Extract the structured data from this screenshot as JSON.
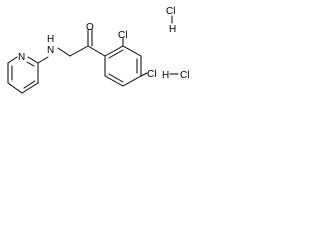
{
  "molecule": {
    "atoms": {
      "pyridine_n": "N",
      "amine_n": "N",
      "amine_h": "H",
      "carbonyl_o": "O",
      "ortho_cl": "Cl",
      "para_cl": "Cl"
    },
    "salts": [
      {
        "cl": "Cl",
        "h": "H"
      },
      {
        "cl": "Cl",
        "h": "H"
      }
    ]
  },
  "colors": {
    "bond": "#000000",
    "text": "#000000",
    "background": "#ffffff"
  }
}
